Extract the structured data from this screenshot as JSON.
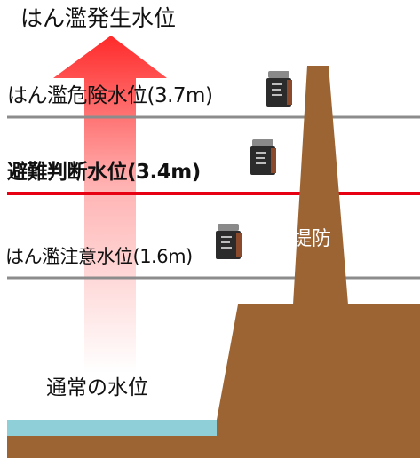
{
  "diagram": {
    "labels": {
      "flood_occurrence": "はん濫発生水位",
      "flood_danger": "はん濫危険水位(3.7m)",
      "evacuation": "避難判断水位(3.4m)",
      "flood_caution": "はん濫注意水位(1.6m)",
      "normal": "通常の水位",
      "levee": "堤防"
    },
    "colors": {
      "arrow": "#ff3b3b",
      "evacuation_line": "#e60012",
      "level_line": "#8c8c8c",
      "levee": "#9c6433",
      "water": "#8fcfd8"
    },
    "icons": {
      "gauge": "water-level-gauge-icon"
    }
  }
}
